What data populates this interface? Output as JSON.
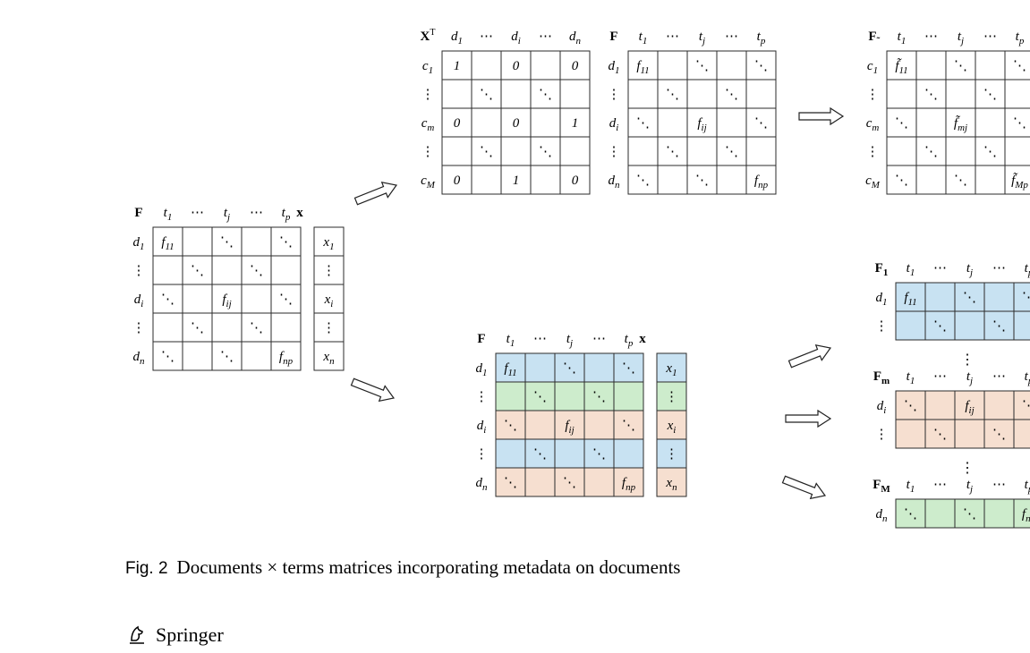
{
  "caption": {
    "label": "Fig. 2",
    "text": "Documents × terms matrices incorporating metadata on documents"
  },
  "publisher": {
    "name": "Springer",
    "logo_icon": "springer-horse-icon"
  },
  "colors": {
    "blue": "#c8e2f2",
    "green": "#cdeccc",
    "peach": "#f6dfd0",
    "grid": "#2b2b2b"
  },
  "matrices": [
    {
      "id": "F-main",
      "corner": "F",
      "cols": [
        "t1",
        "⋯",
        "tj",
        "⋯",
        "tp"
      ],
      "rows": [
        "d1",
        "⋮",
        "di",
        "⋮",
        "dn"
      ],
      "cells": [
        [
          "f11",
          "",
          "⋱",
          "",
          "⋱"
        ],
        [
          "",
          "⋱",
          "",
          "⋱",
          ""
        ],
        [
          "⋱",
          "",
          "fij",
          "",
          "⋱"
        ],
        [
          "",
          "⋱",
          "",
          "⋱",
          ""
        ],
        [
          "⋱",
          "",
          "⋱",
          "",
          "fnp"
        ]
      ],
      "row_colors": [
        "",
        "",
        "",
        "",
        ""
      ]
    },
    {
      "id": "x-main",
      "corner": "x",
      "cols": [
        ""
      ],
      "rows": [
        "",
        "",
        "",
        "",
        ""
      ],
      "cells": [
        [
          "x1"
        ],
        [
          "⋮"
        ],
        [
          "xi"
        ],
        [
          "⋮"
        ],
        [
          "xn"
        ]
      ],
      "row_colors": [
        "",
        "",
        "",
        "",
        ""
      ]
    },
    {
      "id": "XT",
      "corner": "XT",
      "cols": [
        "d1",
        "⋯",
        "di",
        "⋯",
        "dn"
      ],
      "rows": [
        "c1",
        "⋮",
        "cm",
        "⋮",
        "cM"
      ],
      "cells": [
        [
          "1",
          "",
          "0",
          "",
          "0"
        ],
        [
          "",
          "⋱",
          "",
          "⋱",
          ""
        ],
        [
          "0",
          "",
          "0",
          "",
          "1"
        ],
        [
          "",
          "⋱",
          "",
          "⋱",
          ""
        ],
        [
          "0",
          "",
          "1",
          "",
          "0"
        ]
      ],
      "row_colors": [
        "",
        "",
        "",
        "",
        ""
      ]
    },
    {
      "id": "F-top",
      "corner": "F",
      "cols": [
        "t1",
        "⋯",
        "tj",
        "⋯",
        "tp"
      ],
      "rows": [
        "d1",
        "⋮",
        "di",
        "⋮",
        "dn"
      ],
      "cells": [
        [
          "f11",
          "",
          "⋱",
          "",
          "⋱"
        ],
        [
          "",
          "⋱",
          "",
          "⋱",
          ""
        ],
        [
          "⋱",
          "",
          "fij",
          "",
          "⋱"
        ],
        [
          "",
          "⋱",
          "",
          "⋱",
          ""
        ],
        [
          "⋱",
          "",
          "⋱",
          "",
          "fnp"
        ]
      ],
      "row_colors": [
        "",
        "",
        "",
        "",
        ""
      ]
    },
    {
      "id": "F-tilde",
      "corner": "F̃",
      "cols": [
        "t1",
        "⋯",
        "tj",
        "⋯",
        "tp"
      ],
      "rows": [
        "c1",
        "⋮",
        "cm",
        "⋮",
        "cM"
      ],
      "cells": [
        [
          "f̃11",
          "",
          "⋱",
          "",
          "⋱"
        ],
        [
          "",
          "⋱",
          "",
          "⋱",
          ""
        ],
        [
          "⋱",
          "",
          "f̃mj",
          "",
          "⋱"
        ],
        [
          "",
          "⋱",
          "",
          "⋱",
          ""
        ],
        [
          "⋱",
          "",
          "⋱",
          "",
          "f̃Mp"
        ]
      ],
      "row_colors": [
        "",
        "",
        "",
        "",
        ""
      ]
    },
    {
      "id": "F-colored",
      "corner": "F",
      "cols": [
        "t1",
        "⋯",
        "tj",
        "⋯",
        "tp"
      ],
      "rows": [
        "d1",
        "⋮",
        "di",
        "⋮",
        "dn"
      ],
      "cells": [
        [
          "f11",
          "",
          "⋱",
          "",
          "⋱"
        ],
        [
          "",
          "⋱",
          "",
          "⋱",
          ""
        ],
        [
          "⋱",
          "",
          "fij",
          "",
          "⋱"
        ],
        [
          "",
          "⋱",
          "",
          "⋱",
          ""
        ],
        [
          "⋱",
          "",
          "⋱",
          "",
          "fnp"
        ]
      ],
      "row_colors": [
        "blue",
        "green",
        "peach",
        "blue",
        "peach"
      ]
    },
    {
      "id": "x-colored",
      "corner": "x",
      "cols": [
        ""
      ],
      "rows": [
        "",
        "",
        "",
        "",
        ""
      ],
      "cells": [
        [
          "x1"
        ],
        [
          "⋮"
        ],
        [
          "xi"
        ],
        [
          "⋮"
        ],
        [
          "xn"
        ]
      ],
      "row_colors": [
        "blue",
        "green",
        "peach",
        "blue",
        "peach"
      ]
    },
    {
      "id": "F1",
      "corner": "F1",
      "cols": [
        "t1",
        "⋯",
        "tj",
        "⋯",
        "tp"
      ],
      "rows": [
        "d1",
        "⋮"
      ],
      "cells": [
        [
          "f11",
          "",
          "⋱",
          "",
          "⋱"
        ],
        [
          "",
          "⋱",
          "",
          "⋱",
          ""
        ]
      ],
      "row_colors": [
        "blue",
        "blue"
      ]
    },
    {
      "id": "Fm",
      "corner": "Fm",
      "cols": [
        "t1",
        "⋯",
        "tj",
        "⋯",
        "tp"
      ],
      "rows": [
        "di",
        "⋮"
      ],
      "cells": [
        [
          "⋱",
          "",
          "fij",
          "",
          "⋱"
        ],
        [
          "",
          "⋱",
          "",
          "⋱",
          ""
        ]
      ],
      "row_colors": [
        "peach",
        "peach"
      ]
    },
    {
      "id": "FM",
      "corner": "FM",
      "cols": [
        "t1",
        "⋯",
        "tj",
        "⋯",
        "tp"
      ],
      "rows": [
        "dn"
      ],
      "cells": [
        [
          "⋱",
          "",
          "⋱",
          "",
          "fnp"
        ]
      ],
      "row_colors": [
        "green"
      ]
    }
  ],
  "between_dots": [
    "⋮",
    "⋮"
  ]
}
